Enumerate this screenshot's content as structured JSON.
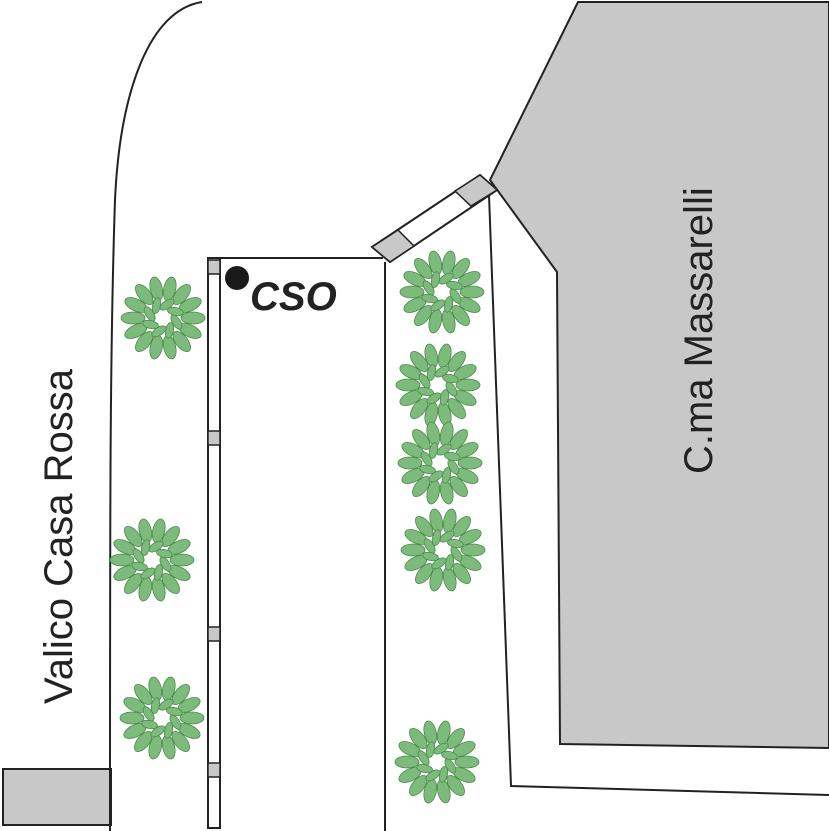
{
  "labels": {
    "road": "Valico Casa Rossa",
    "building": "C.ma Massarelli",
    "station": "CSO"
  },
  "colors": {
    "building_fill": "#c8c8c8",
    "outline": "#222222",
    "tree_fill": "#7dbb7d",
    "tree_stroke": "#4a8a4a",
    "marker": "#1a1a1a"
  },
  "icons": {
    "tree": "tree-icon",
    "station_marker": "station-dot-icon"
  }
}
